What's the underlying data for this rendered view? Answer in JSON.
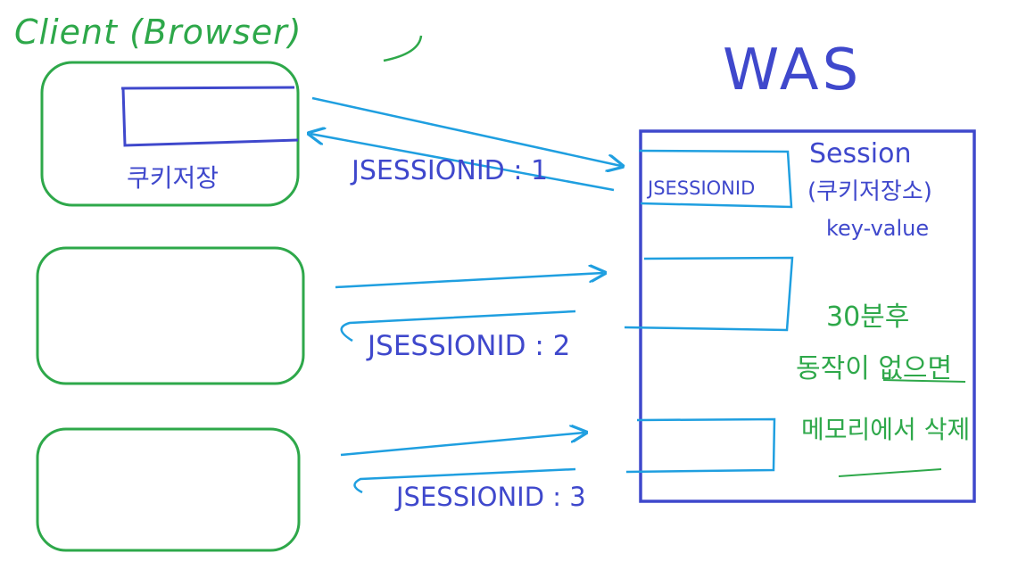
{
  "colors": {
    "client_stroke": "#2ea84a",
    "was_stroke": "#3f48cc",
    "arrow_stroke": "#1f9fe0",
    "note_green": "#2ea84a",
    "text_blue": "#3f48cc"
  },
  "client": {
    "title": "Client (Browser)",
    "cookie_store_label": "쿠키저장"
  },
  "was": {
    "title": "WAS",
    "session_label": "Session",
    "session_sub": "(쿠키저장소)",
    "kv_label": "key-value",
    "jsession_cell": "JSESSIONID"
  },
  "exchanges": [
    {
      "label": "JSESSIONID : 1"
    },
    {
      "label": "JSESSIONID : 2"
    },
    {
      "label": "JSESSIONID : 3"
    }
  ],
  "notes": {
    "timeout": "30분후",
    "delete": "동작이 없으면",
    "cleanup": "메모리에서 삭제"
  }
}
